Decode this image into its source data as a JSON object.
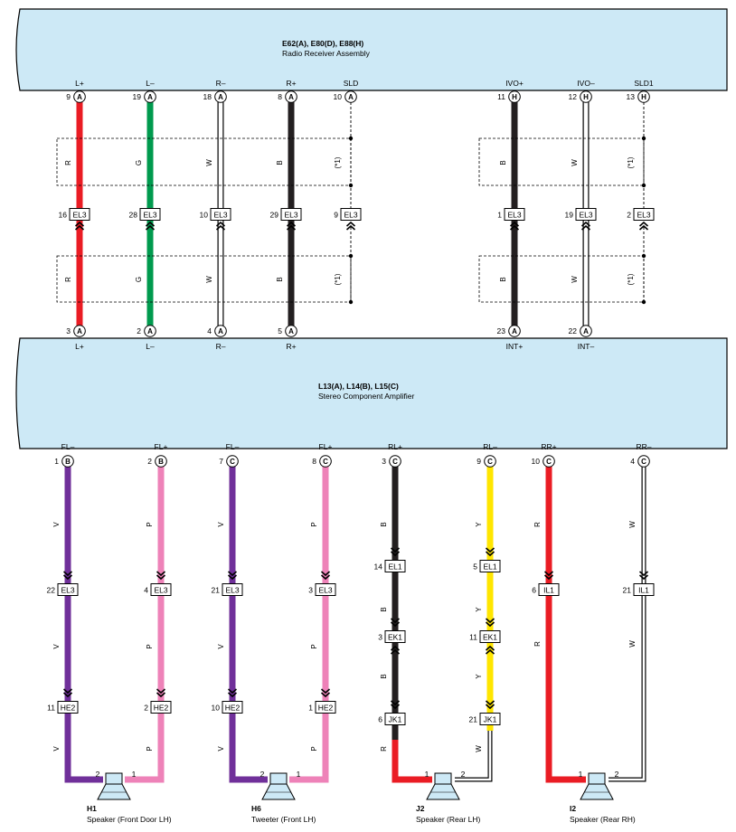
{
  "components": {
    "radio": {
      "code": "E62(A), E80(D), E88(H)",
      "name": "Radio Receiver Assembly"
    },
    "amp": {
      "code": "L13(A), L14(B), L15(C)",
      "name": "Stereo Component Amplifier"
    }
  },
  "radio_pins": [
    {
      "num": "9",
      "conn": "A",
      "label": "L+"
    },
    {
      "num": "19",
      "conn": "A",
      "label": "L–"
    },
    {
      "num": "18",
      "conn": "A",
      "label": "R–"
    },
    {
      "num": "8",
      "conn": "A",
      "label": "R+"
    },
    {
      "num": "10",
      "conn": "A",
      "label": "SLD"
    },
    {
      "num": "11",
      "conn": "H",
      "label": "IVO+"
    },
    {
      "num": "12",
      "conn": "H",
      "label": "IVO–"
    },
    {
      "num": "13",
      "conn": "H",
      "label": "SLD1"
    }
  ],
  "amp_top_pins": [
    {
      "num": "3",
      "conn": "A",
      "label": "L+"
    },
    {
      "num": "2",
      "conn": "A",
      "label": "L–"
    },
    {
      "num": "4",
      "conn": "A",
      "label": "R–"
    },
    {
      "num": "5",
      "conn": "A",
      "label": "R+"
    },
    {
      "num": "23",
      "conn": "A",
      "label": "INT+"
    },
    {
      "num": "22",
      "conn": "A",
      "label": "INT–"
    }
  ],
  "ec_connectors": [
    {
      "num": "16",
      "id": "EL3"
    },
    {
      "num": "28",
      "id": "EL3"
    },
    {
      "num": "10",
      "id": "EL3"
    },
    {
      "num": "29",
      "id": "EL3"
    },
    {
      "num": "9",
      "id": "EL3"
    },
    {
      "num": "1",
      "id": "EL3"
    },
    {
      "num": "19",
      "id": "EL3"
    },
    {
      "num": "2",
      "id": "EL3"
    }
  ],
  "upper_wire_codes": [
    "R",
    "G",
    "W",
    "B",
    "(*1)",
    "B",
    "W",
    "(*1)"
  ],
  "amp_bottom_pins": [
    {
      "num": "1",
      "conn": "B",
      "label": "FL–"
    },
    {
      "num": "2",
      "conn": "B",
      "label": "FL+"
    },
    {
      "num": "7",
      "conn": "C",
      "label": "FL–"
    },
    {
      "num": "8",
      "conn": "C",
      "label": "FL+"
    },
    {
      "num": "3",
      "conn": "C",
      "label": "RL+"
    },
    {
      "num": "9",
      "conn": "C",
      "label": "RL–"
    },
    {
      "num": "10",
      "conn": "C",
      "label": "RR+"
    },
    {
      "num": "4",
      "conn": "C",
      "label": "RR–"
    }
  ],
  "lower_connectors": [
    {
      "num": "22",
      "id": "EL3"
    },
    {
      "num": "4",
      "id": "EL3"
    },
    {
      "num": "21",
      "id": "EL3"
    },
    {
      "num": "3",
      "id": "EL3"
    },
    {
      "num": "11",
      "id": "HE2"
    },
    {
      "num": "2",
      "id": "HE2"
    },
    {
      "num": "10",
      "id": "HE2"
    },
    {
      "num": "1",
      "id": "HE2"
    },
    {
      "num": "14",
      "id": "EL1"
    },
    {
      "num": "3",
      "id": "EK1"
    },
    {
      "num": "6",
      "id": "JK1"
    },
    {
      "num": "5",
      "id": "EL1"
    },
    {
      "num": "11",
      "id": "EK1"
    },
    {
      "num": "21",
      "id": "JK1"
    },
    {
      "num": "6",
      "id": "IL1"
    },
    {
      "num": "21",
      "id": "IL1"
    }
  ],
  "lower_wire_codes": [
    "V",
    "P",
    "V",
    "P",
    "B",
    "Y",
    "R",
    "W"
  ],
  "speakers": [
    {
      "code": "H1",
      "name": "Speaker (Front Door LH)",
      "pin_left": "2",
      "pin_right": "1"
    },
    {
      "code": "H6",
      "name": "Tweeter (Front LH)",
      "pin_left": "2",
      "pin_right": "1"
    },
    {
      "code": "J2",
      "name": "Speaker (Rear LH)",
      "pin_left": "1",
      "pin_right": "2"
    },
    {
      "code": "I2",
      "name": "Speaker (Rear RH)",
      "pin_left": "1",
      "pin_right": "2"
    }
  ],
  "colors": {
    "panel_fill": "#cde9f6",
    "red": "#ea1c24",
    "green": "#009a4e",
    "black": "#231f20",
    "purple": "#70309a",
    "pink": "#ee82b8",
    "yellow": "#ffe600",
    "white": "#ffffff"
  }
}
